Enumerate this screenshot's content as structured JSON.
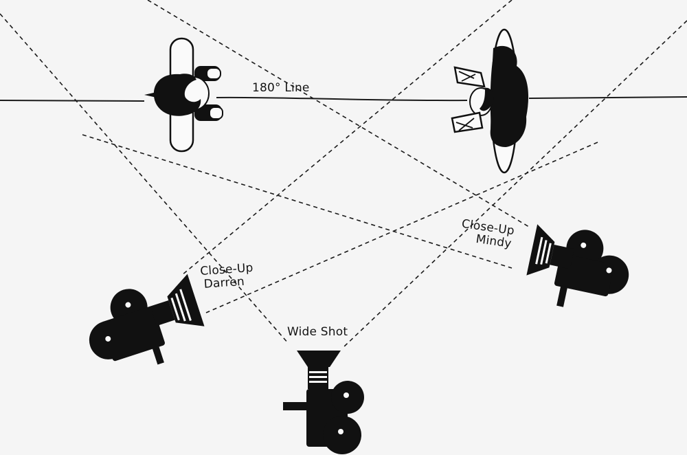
{
  "labels": {
    "line_180": "180° Line",
    "closeup_mindy_line1": "Close-Up",
    "closeup_mindy_line2": "Mindy",
    "closeup_darren_line1": "Close-Up",
    "closeup_darren_line2": "Darren",
    "wide_shot": "Wide Shot"
  },
  "colors": {
    "ink": "#111111",
    "background": "#f5f5f5"
  },
  "icons": [
    "person-top-view-icon",
    "person-top-view-icon",
    "movie-camera-icon",
    "movie-camera-icon",
    "movie-camera-icon"
  ]
}
